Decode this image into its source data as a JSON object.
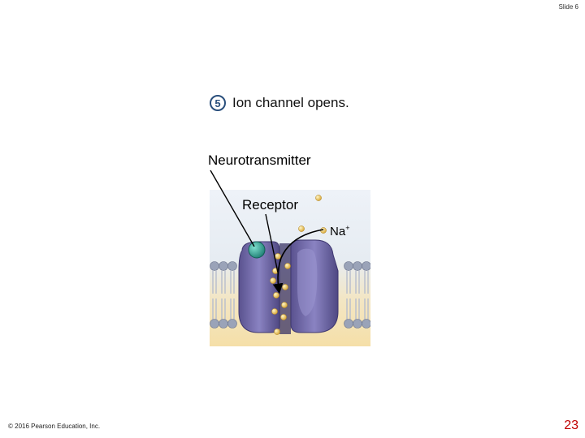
{
  "header": {
    "slide_label": "Slide 6"
  },
  "step": {
    "number": "5",
    "title": "Ion channel opens."
  },
  "labels": {
    "neurotransmitter": "Neurotransmitter",
    "receptor": "Receptor",
    "ion": "Na",
    "ion_charge": "+"
  },
  "footer": {
    "copyright": "© 2016 Pearson Education, Inc.",
    "page_number": "23"
  },
  "colors": {
    "step_badge": "#2a4f7c",
    "page_number": "#c00000",
    "cytoplasm": "#f5dfa8",
    "extracellular": "#eef2f8",
    "membrane_head": "#9aa3b8",
    "channel": "#6b63a8",
    "receptor": "#2a9b8e",
    "ion": "#e8c35a"
  }
}
